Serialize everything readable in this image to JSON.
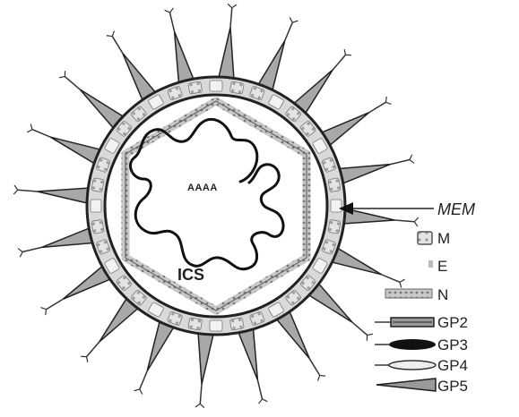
{
  "diagram": {
    "labels": {
      "polya": "AAAA",
      "ics": "ICS"
    },
    "legend": [
      {
        "key": "mem",
        "label": "MEM"
      },
      {
        "key": "m",
        "label": "M"
      },
      {
        "key": "e",
        "label": "E"
      },
      {
        "key": "n",
        "label": "N"
      },
      {
        "key": "gp2",
        "label": "GP2"
      },
      {
        "key": "gp3",
        "label": "GP3"
      },
      {
        "key": "gp4",
        "label": "GP4"
      },
      {
        "key": "gp5",
        "label": "GP5"
      }
    ],
    "colors": {
      "ink": "#222222",
      "envelope_fill": "#d9d9d9",
      "membrane_band": "#ebebeb",
      "nucleocapsid": "#bdbdbd",
      "background": "#ffffff"
    }
  }
}
